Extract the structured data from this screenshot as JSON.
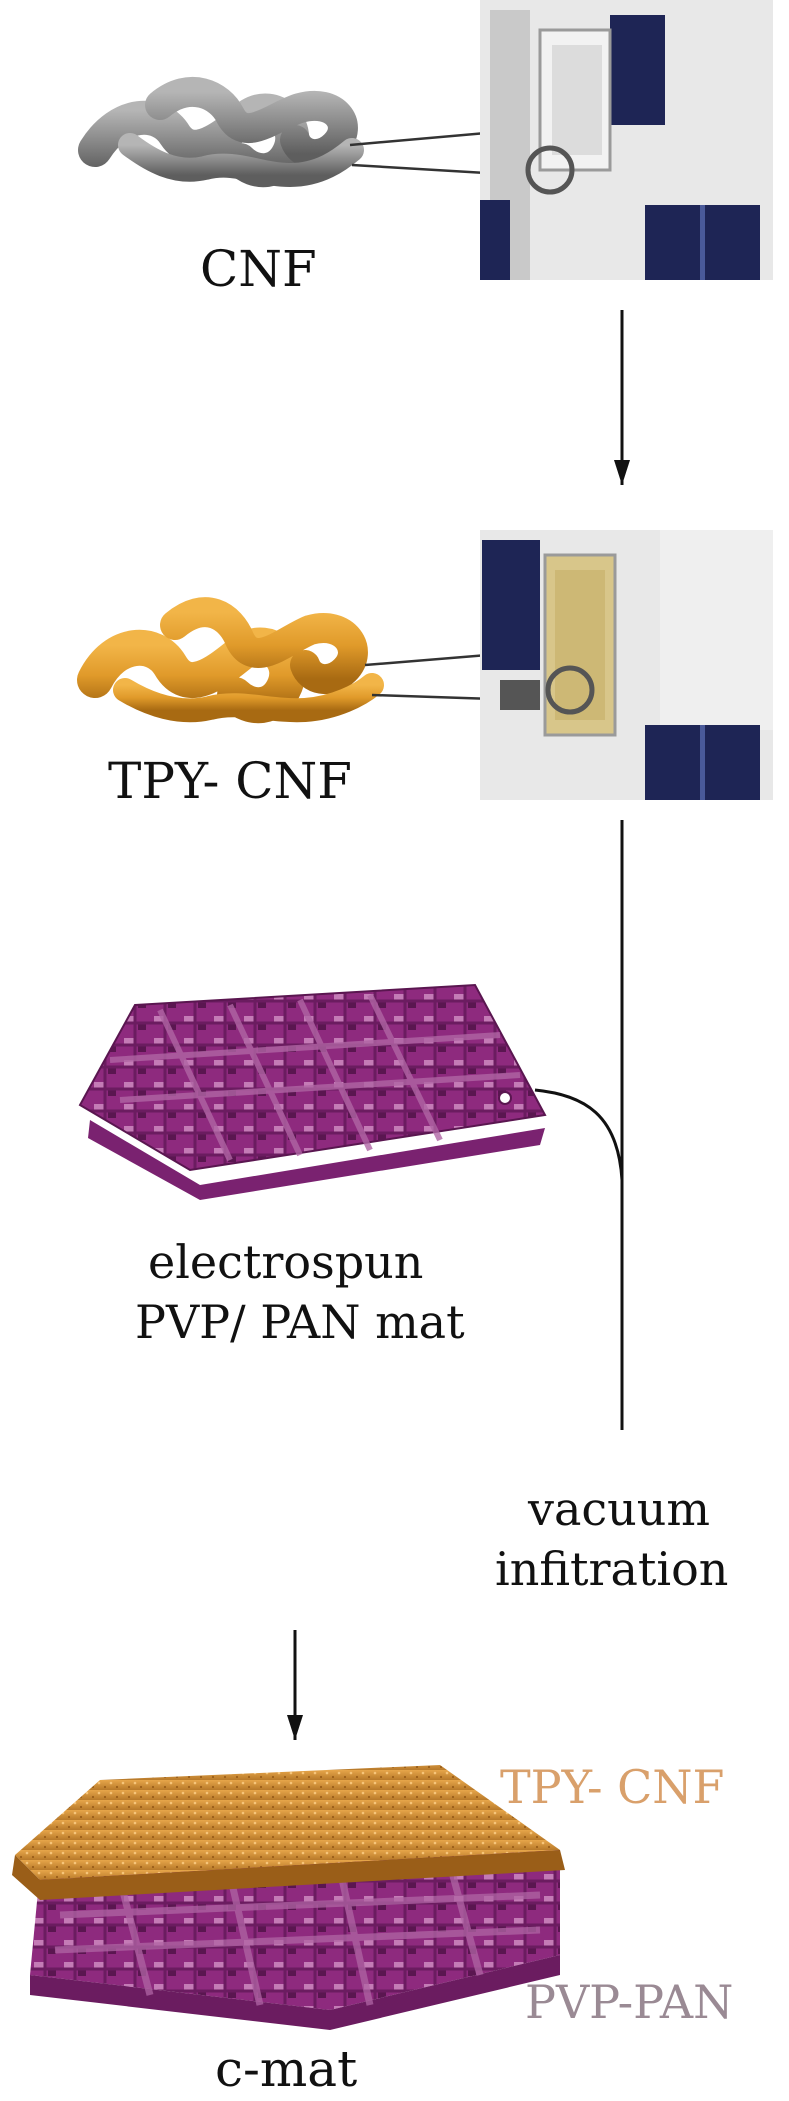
{
  "labels": {
    "cnf": "CNF",
    "tpy_cnf": "TPY- CNF",
    "mat_line1": "electrospun",
    "mat_line2": "PVP/ PAN mat",
    "vac_line1": "vacuum",
    "vac_line2": "infitration",
    "layer_top": "TPY- CNF",
    "layer_bottom": "PVP-PAN",
    "product": "c-mat"
  },
  "colors": {
    "cnf_fiber": "#8a8a8a",
    "tpy_fiber": "#e09a2a",
    "mat": "#8e2a7e",
    "layer_top_text": "#d9a06b",
    "layer_bottom_text": "#9a8a94",
    "vial_bg": "#e8e8e8",
    "vial_dark": "#1e2555",
    "tpy_liquid": "#d8c68a"
  }
}
